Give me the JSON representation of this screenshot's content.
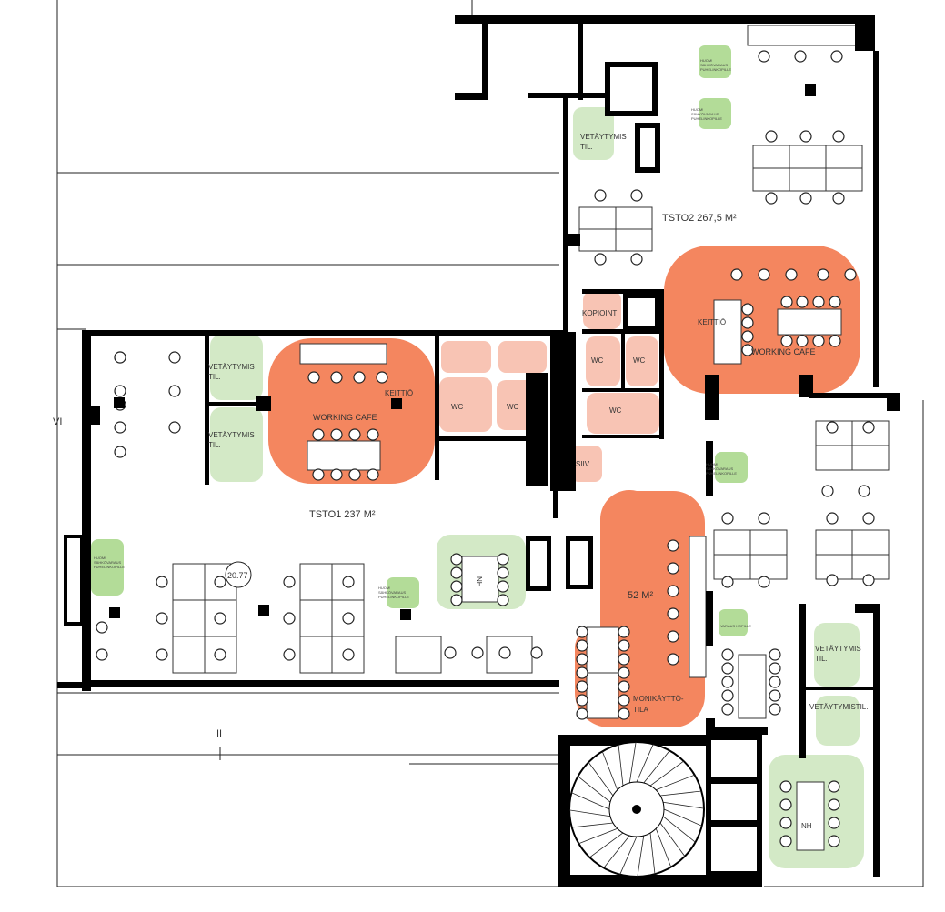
{
  "colors": {
    "cafe": "#f4865f",
    "wet_room": "#f8c4b4",
    "quiet_room": "#d3e9c6",
    "phone_booth": "#b3dc98",
    "wall": "#000000"
  },
  "areas": {
    "tsto2": "TSTO2 267,5 M²",
    "tsto1": "TSTO1 237 M²",
    "multi_area": "52 M²"
  },
  "rooms": {
    "working_cafe_left": "WORKING CAFE",
    "working_cafe_right": "WORKING CAFE",
    "kitchen_left": "KEITTIÖ",
    "kitchen_right": "KEITTIÖ",
    "copy": "KOPIOINTI",
    "wc_1": "WC",
    "wc_2": "WC",
    "wc_3": "WC",
    "wc_4": "WC",
    "wc_5": "WC",
    "cleaning": "SIIV.",
    "multi_1": "MONIKÄYTTÖ-",
    "multi_2": "TILA",
    "meeting_left": "NH",
    "meeting_right": "NH",
    "quiet_top_1": "VETÄYTYMIS",
    "quiet_top_2": "TIL.",
    "quiet_l1_1": "VETÄYTYMIS",
    "quiet_l1_2": "TIL.",
    "quiet_l2_1": "VETÄYTYMIS",
    "quiet_l2_2": "TIL.",
    "quiet_r1_1": "VETÄYTYMIS",
    "quiet_r1_2": "TIL.",
    "quiet_r2": "VETÄYTYMISTIL."
  },
  "notes": {
    "phone_1": "HUOM!",
    "phone_2": "SÄHKÖVARAUS",
    "phone_3": "PUHELINKOPILLE",
    "partial": "VARAUS KOPILLE"
  },
  "markers": {
    "level": "20.77",
    "axis_ii": "II",
    "axis_vi": "VI"
  }
}
